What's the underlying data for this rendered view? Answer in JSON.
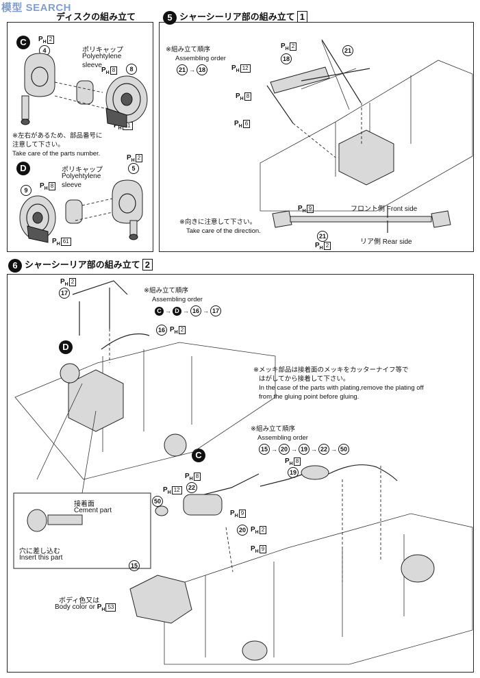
{
  "watermark": "模型 SEARCH",
  "step4": {
    "title_partial": "ディスクの組み立て",
    "subC": {
      "badge": "C",
      "parts": {
        "cap": "4",
        "disc": "8"
      },
      "cap_label_ja": "ポリキャップ",
      "cap_label_en1": "Polyehtylene",
      "cap_label_en2": "sleeve",
      "ph_refs": [
        "2",
        "8",
        "61"
      ],
      "note_ja1": "※左右があるため、部品番号に",
      "note_ja2": "注意して下さい。",
      "note_en": "Take care of the parts number."
    },
    "subD": {
      "badge": "D",
      "parts": {
        "cap": "5",
        "disc": "9"
      },
      "cap_label_ja": "ポリキャップ",
      "cap_label_en1": "Polyehtylene",
      "cap_label_en2": "sleeve",
      "ph_refs": [
        "2",
        "8",
        "61"
      ]
    }
  },
  "step5": {
    "number": "5",
    "title": "シャーシーリア部の組み立て",
    "title_box": "1",
    "order_ja": "※組み立て順序",
    "order_en": "Assembling order",
    "order": [
      "21",
      "18"
    ],
    "parts": [
      "18",
      "21"
    ],
    "ph_refs": [
      "2",
      "12",
      "8",
      "6"
    ],
    "direction_note_ja": "※向きに注意して下さい。",
    "direction_note_en": "Take care of the direction.",
    "front_label": "フロント側 Front side",
    "rear_label": "リア側 Rear side",
    "bar_part": "21",
    "bar_ph_top": "9",
    "bar_ph_bottom": "2"
  },
  "step6": {
    "number": "6",
    "title": "シャーシーリア部の組み立て",
    "title_box": "2",
    "order1_ja": "※組み立て順序",
    "order1_en": "Assembling order",
    "order1": [
      "C",
      "D",
      "16",
      "17"
    ],
    "plating_note": [
      "※メッキ部品は接着面のメッキをカッターナイフ等で",
      "はがしてから接着して下さい。",
      "In the case of the parts with plating,remove the plating off",
      "from the gluing point before gluing."
    ],
    "order2_ja": "※組み立て順序",
    "order2_en": "Assembling order",
    "order2": [
      "15",
      "20",
      "19",
      "22",
      "50"
    ],
    "parts": {
      "p17": "17",
      "p16": "16",
      "p19": "19",
      "p22": "22",
      "p50": "50",
      "p20": "20",
      "p15": "15"
    },
    "ph_refs": {
      "p17": "2",
      "p16": "2",
      "p19": "8",
      "p22_a": "8",
      "p22_b": "12",
      "p20_a": "9",
      "p20_b": "2",
      "p20_c": "9",
      "p15": "53"
    },
    "cement_ja": "接着面",
    "cement_en": "Cement part",
    "insert_ja": "穴に差し込む",
    "insert_en": "Insert this part",
    "body_color_ja": "ボディ色又は",
    "body_color_en": "Body color or",
    "badge_C": "C",
    "badge_D": "D"
  }
}
